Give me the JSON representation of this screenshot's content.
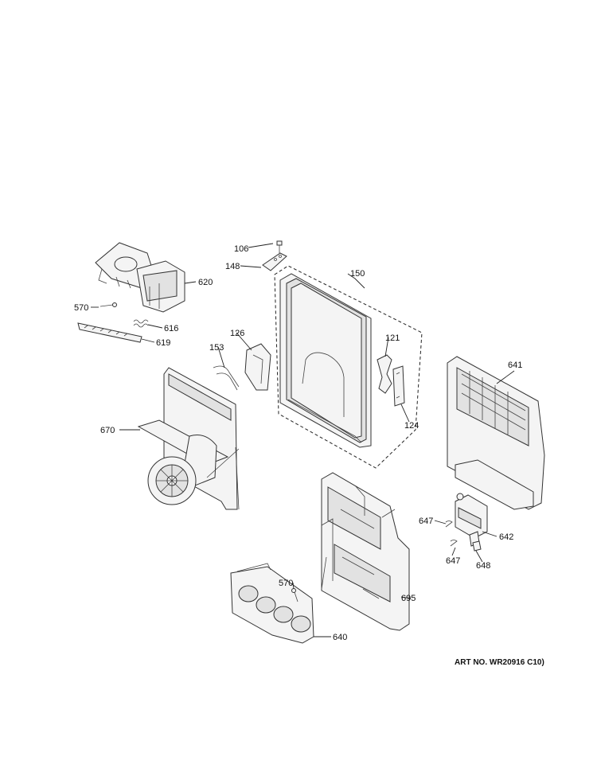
{
  "art_number": "ART NO. WR20916 C10)",
  "callouts": {
    "p106": "106",
    "p148": "148",
    "p150": "150",
    "p620": "620",
    "p570a": "570",
    "p616": "616",
    "p619": "619",
    "p126": "126",
    "p153": "153",
    "p121": "121",
    "p124": "124",
    "p641": "641",
    "p670": "670",
    "p647a": "647",
    "p642": "642",
    "p647b": "647",
    "p648": "648",
    "p570b": "570",
    "p695": "695",
    "p640": "640"
  }
}
